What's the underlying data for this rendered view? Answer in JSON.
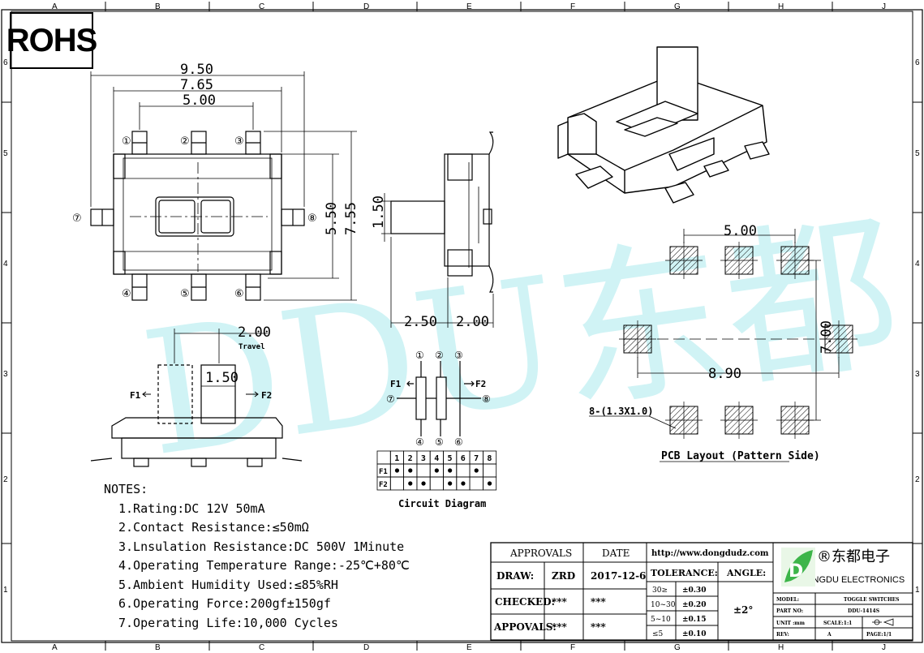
{
  "grid": {
    "columns": [
      "A",
      "B",
      "C",
      "D",
      "E",
      "F",
      "G",
      "H",
      "J"
    ],
    "rows": [
      "6",
      "5",
      "4",
      "3",
      "2",
      "1"
    ]
  },
  "rohs": "ROHS",
  "watermark": "DDU东都",
  "top_view": {
    "dim_overall": "9.50",
    "dim_mid": "7.65",
    "dim_pitch": "5.00",
    "dim_height_inner": "5.50",
    "dim_height_outer": "7.55",
    "pins_top": [
      "②",
      "③"
    ],
    "pins_top_first": "①",
    "pins_bottom": [
      "④",
      "⑤",
      "⑥"
    ],
    "pin_left": "⑦",
    "pin_right": "⑧"
  },
  "side_view": {
    "dim_actuator": "1.50",
    "dim_left": "2.50",
    "dim_right": "2.00"
  },
  "front_view": {
    "dim_travel": "2.00",
    "travel_label": "Travel",
    "dim_actuator": "1.50",
    "f1": "F1",
    "f2": "F2"
  },
  "circuit": {
    "pins_top": [
      "①",
      "②",
      "③"
    ],
    "pins_bottom": [
      "④",
      "⑤",
      "⑥"
    ],
    "pin_left": "⑦",
    "pin_right": "⑧",
    "f1": "F1",
    "f2": "F2",
    "title": "Circuit Diagram",
    "table_header": [
      "",
      "1",
      "2",
      "3",
      "4",
      "5",
      "6",
      "7",
      "8"
    ],
    "table_rows": [
      {
        "label": "F1",
        "dots": [
          1,
          1,
          0,
          1,
          1,
          0,
          1,
          0
        ]
      },
      {
        "label": "F2",
        "dots": [
          0,
          1,
          1,
          0,
          1,
          1,
          0,
          1
        ]
      }
    ]
  },
  "pcb": {
    "dim_top": "5.00",
    "dim_right": "7.00",
    "dim_bottom": "8.90",
    "pad_note": "8-(1.3X1.0)",
    "title": "PCB Layout (Pattern Side)"
  },
  "notes": {
    "heading": "NOTES:",
    "items": [
      "1.Rating:DC 12V 50mA",
      "2.Contact Resistance:≤50mΩ",
      "3.Lnsulation Resistance:DC 500V 1Minute",
      "4.Operating Temperature Range:-25℃+80℃",
      "5.Ambient Humidity Used:≤85%RH",
      "6.Operating Force:200gf±150gf",
      "7.Operating Life:10,000 Cycles"
    ]
  },
  "title_block": {
    "approvals_header": "APPROVALS",
    "date_header": "DATE",
    "rows": [
      {
        "label": "DRAW:",
        "name": "ZRD",
        "date": "2017-12-6"
      },
      {
        "label": "CHECKED:",
        "name": "***",
        "date": "***"
      },
      {
        "label": "APPOVALS:",
        "name": "***",
        "date": "***"
      }
    ],
    "url": "http://www.dongdudz.com",
    "tolerance_header": "TOLERANCE:",
    "angle_header": "ANGLE:",
    "tolerances": [
      {
        "range": "30≥",
        "value": "±0.30"
      },
      {
        "range": "10~30",
        "value": "±0.20"
      },
      {
        "range": "5~10",
        "value": "±0.15"
      },
      {
        "range": "≤5",
        "value": "±0.10"
      }
    ],
    "angle": "±2°",
    "company_cn": "®东都电子",
    "company_en": "DONGDU ELECTRONICS",
    "model_label": "MODEL:",
    "model_value": "TOGGLE SWITCHES",
    "part_label": "PART NO:",
    "part_value": "DDU-1414S",
    "unit_label": "UNIT :mm",
    "scale_label": "SCALE:1:1",
    "rev_label": "REV:",
    "rev_value": "A",
    "page_label": "PAGE:1/1"
  },
  "colors": {
    "line": "#000000",
    "watermark": "#c8f2f4",
    "logo_green": "#3db54a"
  }
}
